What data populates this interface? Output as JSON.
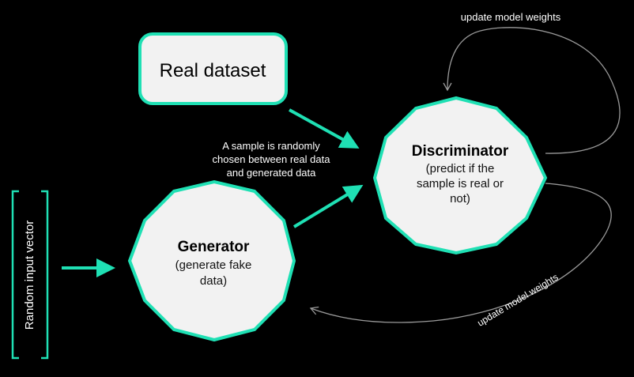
{
  "diagram": {
    "real_dataset": "Real dataset",
    "random_input": "Random input vector",
    "generator": {
      "title": "Generator",
      "sub1": "(generate fake",
      "sub2": "data)"
    },
    "discriminator": {
      "title": "Discriminator",
      "sub1": "(predict if the",
      "sub2": "sample is real or",
      "sub3": "not)"
    },
    "sample_note": {
      "line1": "A sample is randomly",
      "line2": "chosen between real data",
      "line3": "and generated data"
    },
    "update_top": "update model weights",
    "update_bottom": "update model weights"
  },
  "colors": {
    "accent": "#1fe0b4",
    "node_fill": "#f2f2f2",
    "background": "#000000",
    "feedback_line": "#9a9a9a"
  }
}
